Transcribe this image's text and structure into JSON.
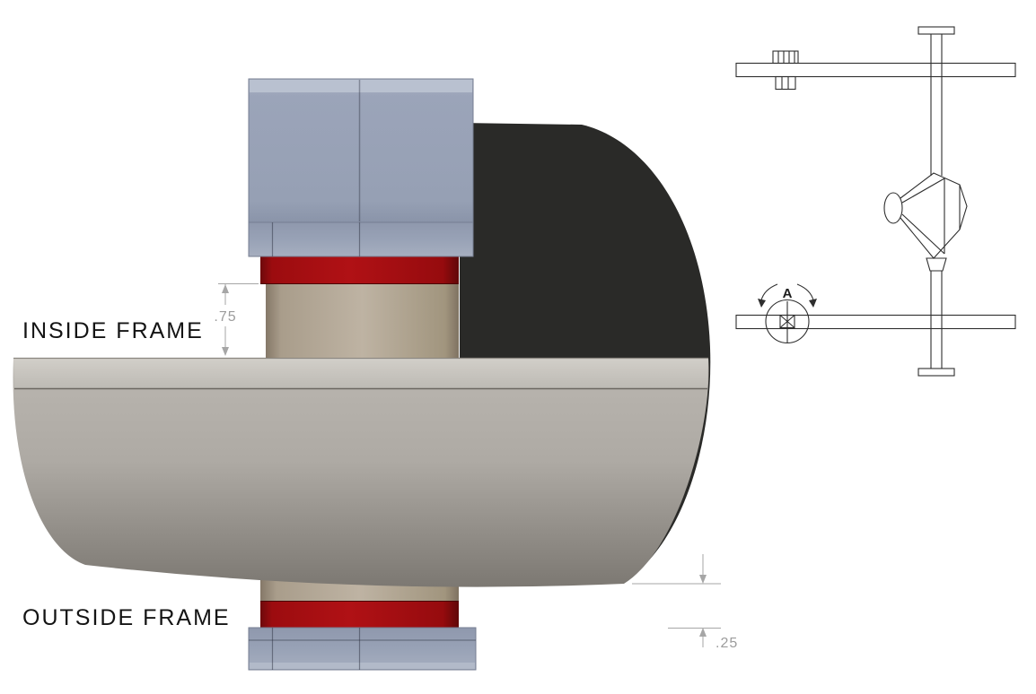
{
  "labels": {
    "inside_frame": "INSIDE FRAME",
    "outside_frame": "OUTSIDE FRAME"
  },
  "dimensions": {
    "inside_offset": ".75",
    "outside_offset": ".25"
  },
  "section_view": {
    "callout": "A"
  },
  "colors": {
    "background": "#ffffff",
    "housing_dark": "#2a2a28",
    "tube_gray": "#aba7a1",
    "tube_gray_dark": "#7c7872",
    "tube_band_light": "#cdcac4",
    "washer_red": "#a50d10",
    "washer_red_dark": "#5f0708",
    "spacer_tan": "#beb3a3",
    "spacer_tan_dark": "#857868",
    "clamp_blue": "#9aa3b8",
    "clamp_blue_light": "#b9c1d0",
    "clamp_blue_dark": "#8a94a9",
    "dim_gray": "#9c9c9c",
    "line_dark": "#2e2e2e",
    "label_black": "#141414"
  }
}
